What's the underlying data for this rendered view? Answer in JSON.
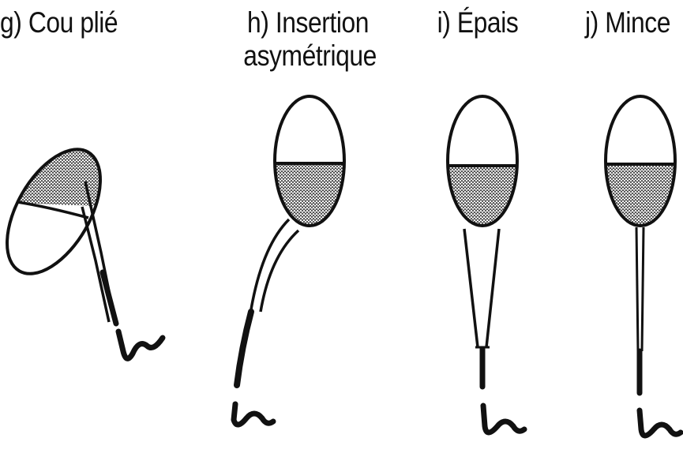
{
  "figure": {
    "labels": {
      "g": "g) Cou plié",
      "h_line1": "h) Insertion",
      "h_line2": "asymétrique",
      "i": "i) Épais",
      "j": "j) Mince"
    },
    "colors": {
      "ink": "#111111",
      "background": "#ffffff",
      "stipple": "#222222"
    }
  }
}
